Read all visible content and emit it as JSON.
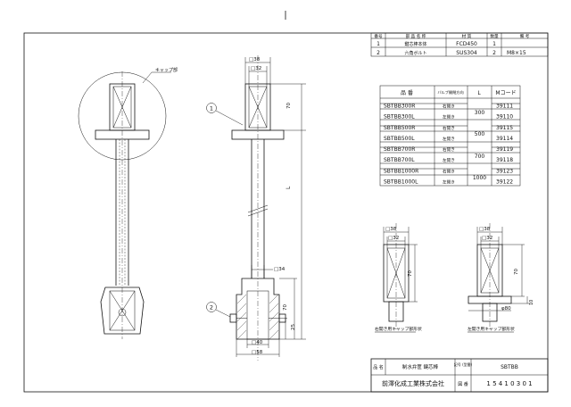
{
  "parts_table": {
    "headers": [
      "番号",
      "部 品 名 称",
      "材 質",
      "数量",
      "備 考"
    ],
    "rows": [
      {
        "no": "1",
        "name": "鍵芯棒本体",
        "material": "FCD450",
        "qty": "1",
        "note": ""
      },
      {
        "no": "2",
        "name": "六角ボルト",
        "material": "SUS304",
        "qty": "2",
        "note": "M8×15"
      }
    ]
  },
  "model_table": {
    "headers": [
      "品 番",
      "バルブ開閉方向",
      "L",
      "Mコード"
    ],
    "rows": [
      {
        "part": "SBTBB300R",
        "dir": "右開き",
        "code": "39111"
      },
      {
        "part": "SBTBB300L",
        "dir": "左開き",
        "code": "39110"
      },
      {
        "part": "SBTBB500R",
        "dir": "右開き",
        "code": "39115"
      },
      {
        "part": "SBTBB500L",
        "dir": "左開き",
        "code": "39114"
      },
      {
        "part": "SBTBB700R",
        "dir": "右開き",
        "code": "39119"
      },
      {
        "part": "SBTBB700L",
        "dir": "左開き",
        "code": "39118"
      },
      {
        "part": "SBTBB1000R",
        "dir": "右開き",
        "code": "39123"
      },
      {
        "part": "SBTBB1000L",
        "dir": "左開き",
        "code": "39122"
      }
    ],
    "lengths": [
      "300",
      "500",
      "700",
      "1000"
    ]
  },
  "main_view": {
    "cap_label": "キャップ部",
    "callout_1": "1",
    "callout_2": "2",
    "dims": {
      "top_38": "□38",
      "top_32": "□32",
      "h_70": "70",
      "len_L": "L",
      "sq_34": "□34",
      "bot_70": "70",
      "bot_25": "25",
      "sq_40": "□40",
      "sq_58": "□58"
    }
  },
  "cap_views": {
    "left": {
      "sq38": "□38",
      "sq32": "□32",
      "h70": "70",
      "caption": "右開き用キャップ部形状"
    },
    "right": {
      "sq38": "□38",
      "sq32": "□32",
      "h70": "70",
      "h10": "10",
      "phi80": "φ80",
      "caption": "左開き用キャップ部形状"
    }
  },
  "title_block": {
    "name_label": "品 名",
    "name_value": "制水弁筐 鍵芯棒",
    "code_label": "記号 (型番)",
    "code_value": "SBTBB",
    "company": "前澤化成工業株式会社",
    "drawing_label": "図 番",
    "drawing_no": "1 5 4 1 0 3 0 1"
  }
}
